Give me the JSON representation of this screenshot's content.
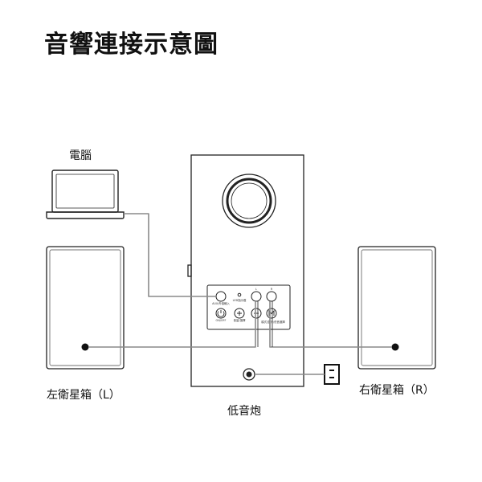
{
  "title": "音響連接示意圖",
  "labels": {
    "computer": "電腦",
    "left_speaker": "左衛星箱（L）",
    "right_speaker": "右衛星箱（R）",
    "subwoofer": "低音炮"
  },
  "panel": {
    "aux_label": "AUX/外接輸入",
    "led_label": "LED指示燈",
    "l_label": "L",
    "r_label": "R",
    "power_label": "ON/OFF",
    "volume_label": "音量/選擇",
    "mode_label": "模式/藍牙/低音選擇"
  },
  "colors": {
    "line": "#222222",
    "cable": "#888888",
    "cable_dark": "#555555"
  }
}
